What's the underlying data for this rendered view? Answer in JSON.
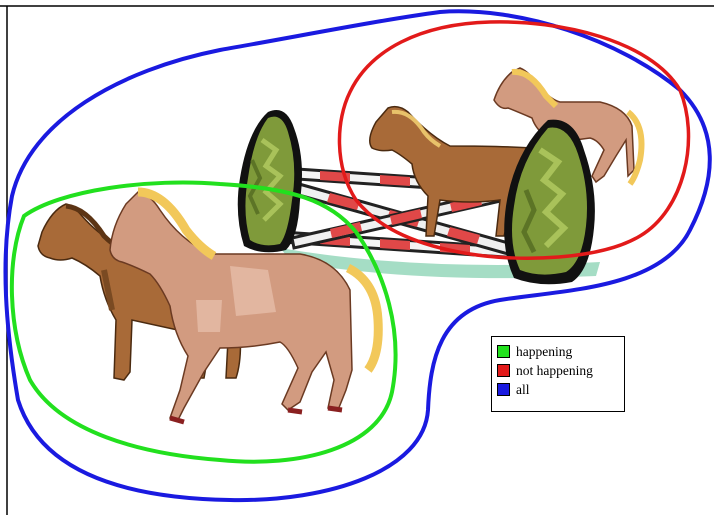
{
  "legend": {
    "items": [
      {
        "label": "happening",
        "color": "#22e01e"
      },
      {
        "label": "not happening",
        "color": "#e21a1a"
      },
      {
        "label": "all",
        "color": "#1a1ae0"
      }
    ]
  },
  "colors": {
    "brown_horse": "#a86a38",
    "chestnut_horse": "#d29b80",
    "mane": "#f2c85a",
    "bush": "#7f9a3a",
    "rail_red": "#e04848"
  },
  "pictures": {
    "horses_in_happening": [
      "brown-horse",
      "chestnut-horse"
    ],
    "horses_in_not_happening": [
      "brown-horse",
      "chestnut-horse"
    ],
    "objects": [
      "jump-fence",
      "bush",
      "bush"
    ]
  }
}
